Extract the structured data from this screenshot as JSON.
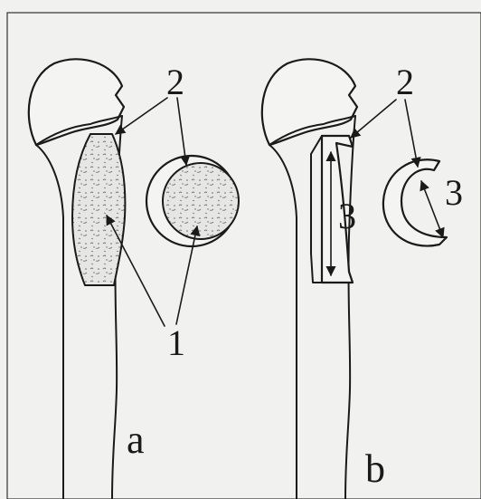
{
  "labels": {
    "graft": "1",
    "defect_edge": "2",
    "defect_length": "3",
    "panel_a": "a",
    "panel_b": "b"
  }
}
